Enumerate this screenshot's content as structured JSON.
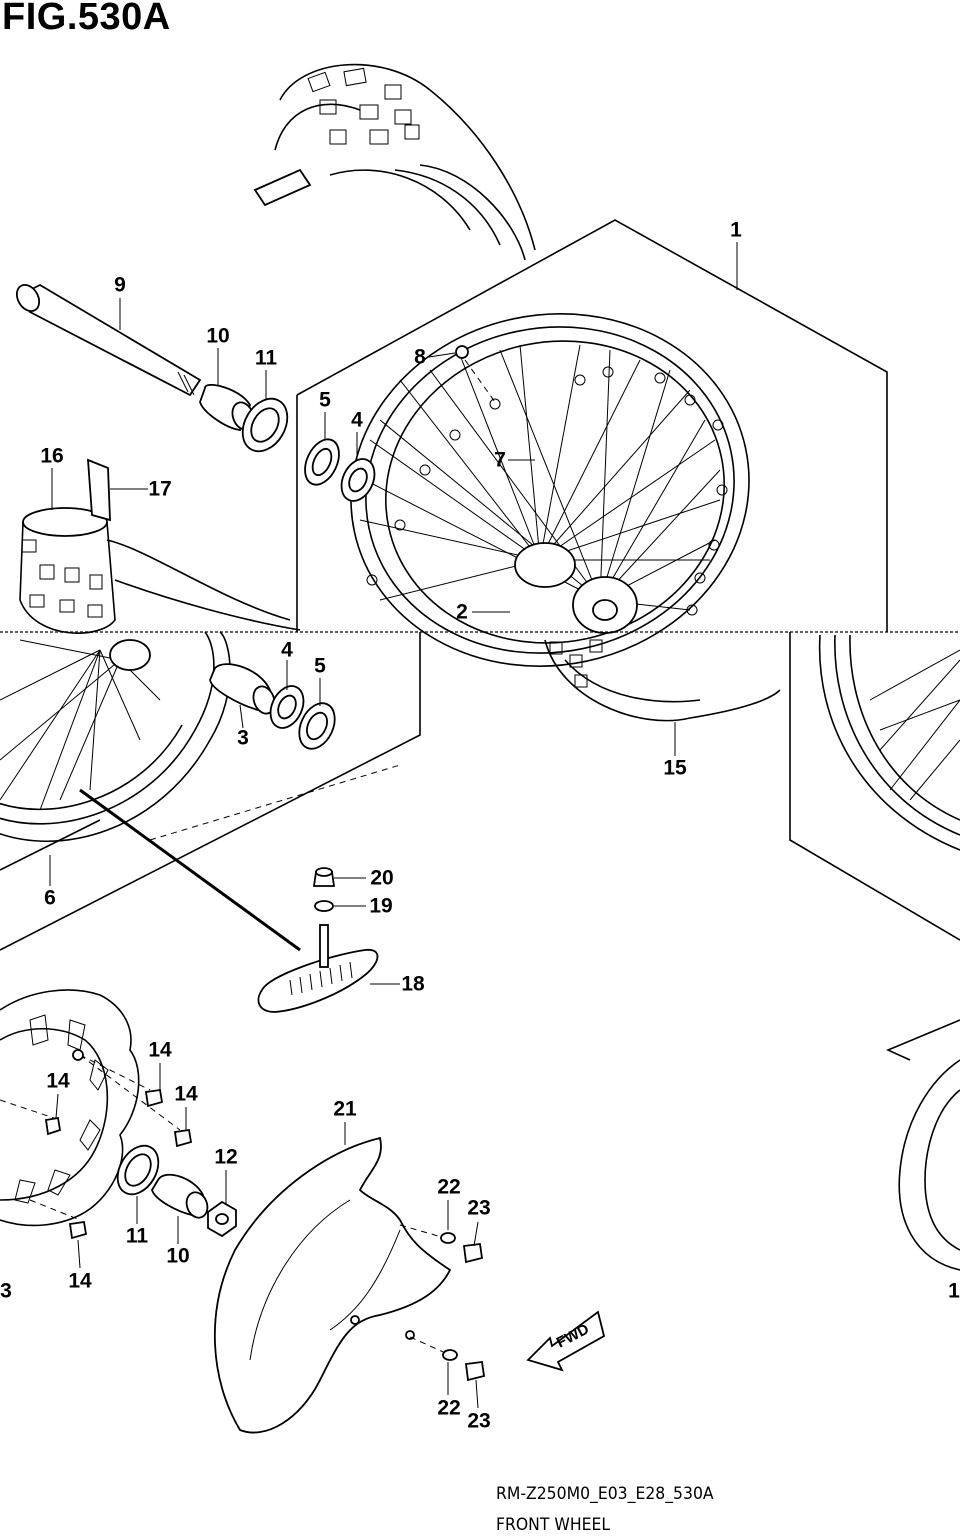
{
  "figure": {
    "title": "FIG.530A",
    "model_code": "RM-Z250M0_E03_E28_530A",
    "section_name": "FRONT WHEEL",
    "fwd_label": "FWD"
  },
  "callouts": [
    {
      "id": "c1",
      "label": "1"
    },
    {
      "id": "c2",
      "label": "2"
    },
    {
      "id": "c3",
      "label": "3"
    },
    {
      "id": "c4a",
      "label": "4"
    },
    {
      "id": "c4b",
      "label": "4"
    },
    {
      "id": "c5a",
      "label": "5"
    },
    {
      "id": "c5b",
      "label": "5"
    },
    {
      "id": "c6",
      "label": "6"
    },
    {
      "id": "c7",
      "label": "7"
    },
    {
      "id": "c8",
      "label": "8"
    },
    {
      "id": "c9",
      "label": "9"
    },
    {
      "id": "c10a",
      "label": "10"
    },
    {
      "id": "c10b",
      "label": "10"
    },
    {
      "id": "c11a",
      "label": "11"
    },
    {
      "id": "c11b",
      "label": "11"
    },
    {
      "id": "c12",
      "label": "12"
    },
    {
      "id": "c14a",
      "label": "14"
    },
    {
      "id": "c14b",
      "label": "14"
    },
    {
      "id": "c14c",
      "label": "14"
    },
    {
      "id": "c14d",
      "label": "14"
    },
    {
      "id": "c15",
      "label": "15"
    },
    {
      "id": "c16",
      "label": "16"
    },
    {
      "id": "c17",
      "label": "17"
    },
    {
      "id": "c18",
      "label": "18"
    },
    {
      "id": "c19",
      "label": "19"
    },
    {
      "id": "c20",
      "label": "20"
    },
    {
      "id": "c21",
      "label": "21"
    },
    {
      "id": "c22a",
      "label": "22"
    },
    {
      "id": "c22b",
      "label": "22"
    },
    {
      "id": "c23a",
      "label": "23"
    },
    {
      "id": "c23b",
      "label": "23"
    },
    {
      "id": "c3edge",
      "label": "3"
    },
    {
      "id": "c1edge",
      "label": "1"
    }
  ]
}
